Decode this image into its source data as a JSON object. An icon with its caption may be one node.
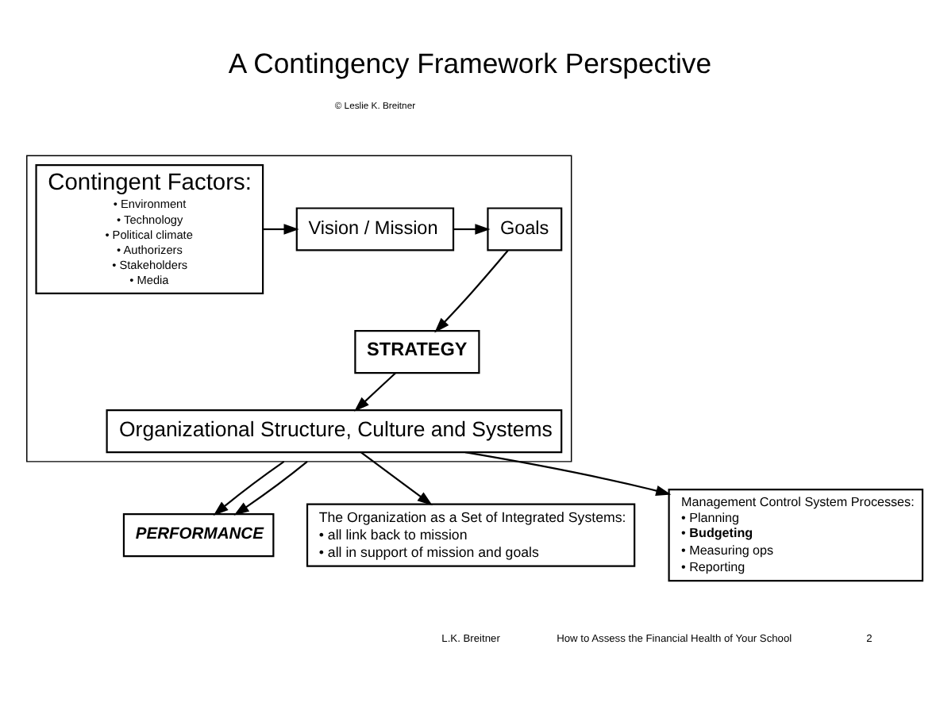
{
  "diagram": {
    "title": "A Contingency Framework Perspective",
    "nodes": [
      {
        "text": [],
        "shape": "box"
      },
      {
        "text": [
          "Contingent Factors:",
          "• Environment",
          "• Technology",
          "• Political climate",
          "• Authorizers",
          "• Stakeholders",
          "• Media"
        ],
        "in": 0
      },
      {
        "text": [
          "Vision / Mission"
        ],
        "in": 0
      },
      {
        "text": [
          "Goals"
        ],
        "in": 0
      },
      {
        "text": [
          "STRATEGY"
        ],
        "in": 0
      },
      {
        "text": [
          "Organizational Structure, Culture and Systems"
        ],
        "in": 0
      },
      {
        "text": [
          "PERFORMANCE"
        ]
      },
      {
        "text": [
          "The Organization as a Set of Integrated Systems:",
          "• all link back to mission",
          "• all in support of mission and goals"
        ]
      },
      {
        "text": [
          "Management Control System Processes:",
          "• Planning",
          "• **Budgeting**",
          "• Measuring ops",
          "• Reporting"
        ]
      }
    ],
    "edges": [
      {
        "from": 1,
        "to": 2,
        "arrow": "to"
      },
      {
        "from": 2,
        "to": 3,
        "arrow": "to"
      },
      {
        "from": 3,
        "to": 4,
        "arrow": "to"
      },
      {
        "from": 4,
        "to": 5,
        "arrow": "to"
      },
      {
        "from": 5,
        "to": 7,
        "arrow": "to"
      },
      {
        "from": 5,
        "to": 8,
        "arrow": "to"
      },
      {
        "from": 0,
        "to": 6,
        "arrow": "to"
      },
      {
        "from": 0,
        "to": 6,
        "arrow": "to"
      }
    ],
    "labels": [
      "© Leslie K. Breitner",
      "L.K. Breitner",
      "How to Assess the Financial Health of Your School",
      "2"
    ]
  }
}
